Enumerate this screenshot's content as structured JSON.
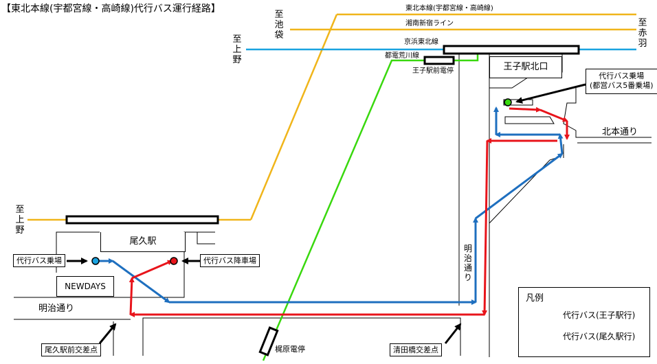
{
  "title": "【東北本線(宇都宮線・高崎線)代行バス運行経路】",
  "lines": {
    "tohoku_honsen": "東北本線(宇都宮線・高崎線)",
    "shonan_shinjuku": "湘南新宿ライン",
    "keihin_tohoku": "京浜東北線",
    "toden_arakawa": "都電荒川線"
  },
  "directions": {
    "ikebukuro": "至池袋",
    "akabane": "至赤羽",
    "ueno_top": "至上野",
    "ueno_left": "至上野"
  },
  "places": {
    "oku_station": "尾久駅",
    "newdays": "NEWDAYS",
    "oji_north_exit": "王子駅北口",
    "oji_ekimae_stop": "王子駅前電停",
    "kajiwara_stop": "梶原電停",
    "meiji_dori_h": "明治通り",
    "meiji_dori_v": "明治通り",
    "kitahon_dori": "北本通り"
  },
  "callouts": {
    "board_oku": "代行バス乗場",
    "alight_oku": "代行バス降車場",
    "board_oji": "代行バス乗場\n(都営バス5番乗場)",
    "oku_intersection": "尾久駅前交差点",
    "kiyota_intersection": "清田橋交差点"
  },
  "legend": {
    "title": "凡例",
    "items": [
      {
        "label": "代行バス(王子駅行)",
        "color": "#1e6fbf"
      },
      {
        "label": "代行バス(尾久駅行)",
        "color": "#e8141b"
      }
    ]
  },
  "colors": {
    "jr_line": "#f0b51a",
    "keihin": "#1aa3e0",
    "toden": "#39d80e",
    "bus_to_oji": "#1e6fbf",
    "bus_to_oku": "#e8141b",
    "stop_blue": "#1aa3e0",
    "stop_red": "#e8141b",
    "stop_green": "#39d80e"
  }
}
